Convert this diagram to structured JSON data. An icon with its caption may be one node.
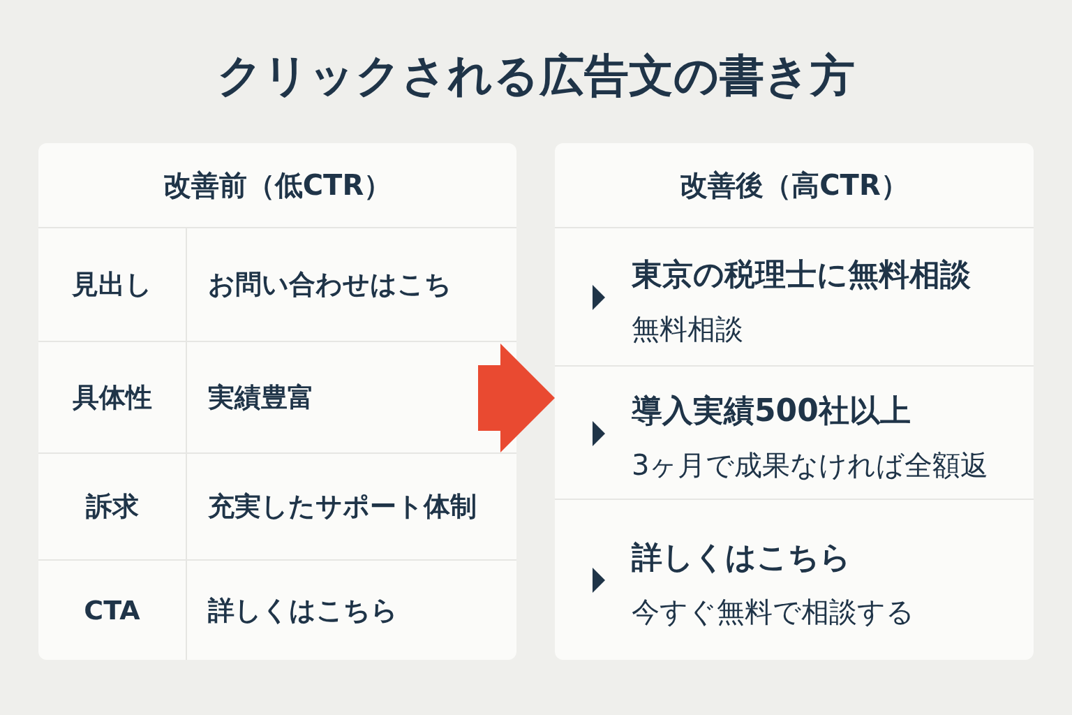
{
  "diagram": {
    "title": "クリックされる広告文の書き方",
    "nodes": [
      {
        "text": [
          "改善前（低CTR）"
        ]
      },
      {
        "text": [
          "改善後（高CTR）"
        ]
      },
      {
        "text": [
          "東京の税理士に無料相談",
          "無料相談"
        ],
        "in": 1
      },
      {
        "text": [
          "導入実績500社以上",
          "3ヶ月で成果なければ全額返"
        ],
        "in": 1
      },
      {
        "text": [
          "詳しくはこちら",
          "今すぐ無料で相談する"
        ],
        "in": 1
      }
    ],
    "edges": [
      {
        "from": 0,
        "to": 1,
        "arrow": "to",
        "style": "thick",
        "color": "#e94a31"
      }
    ],
    "labels": [
      "見出し",
      "お問い合わせはこち",
      "具体性",
      "実績豊富",
      "訴求",
      "充実したサポート体制",
      "CTA",
      "詳しくはこちら"
    ]
  }
}
